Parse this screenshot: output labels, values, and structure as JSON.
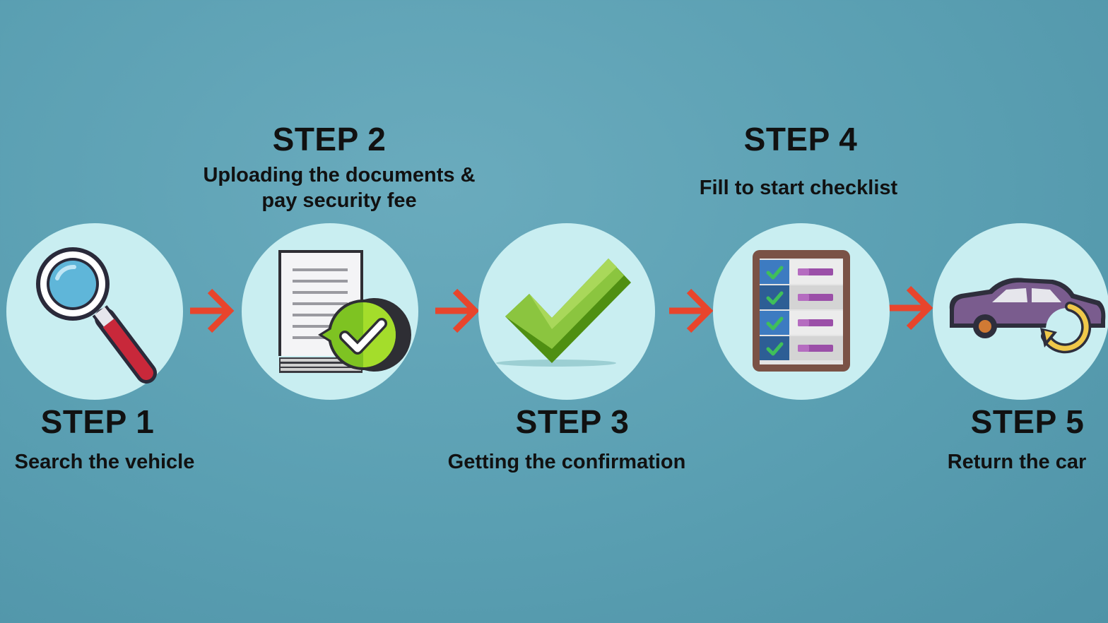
{
  "colors": {
    "background": "#5a9fb2",
    "circle": "#c9eef1",
    "arrow": "#e8452c",
    "text": "#111111"
  },
  "steps": [
    {
      "title": "STEP 1",
      "description": "Search the vehicle",
      "icon": "magnifying-glass-icon"
    },
    {
      "title": "STEP 2",
      "description_line1": "Uploading the documents &",
      "description_line2": "pay security fee",
      "icon": "document-check-icon"
    },
    {
      "title": "STEP 3",
      "description": "Getting the confirmation",
      "icon": "checkmark-icon"
    },
    {
      "title": "STEP 4",
      "description": "Fill to start checklist",
      "icon": "checklist-icon"
    },
    {
      "title": "STEP 5",
      "description": "Return the car",
      "icon": "car-return-icon"
    }
  ]
}
